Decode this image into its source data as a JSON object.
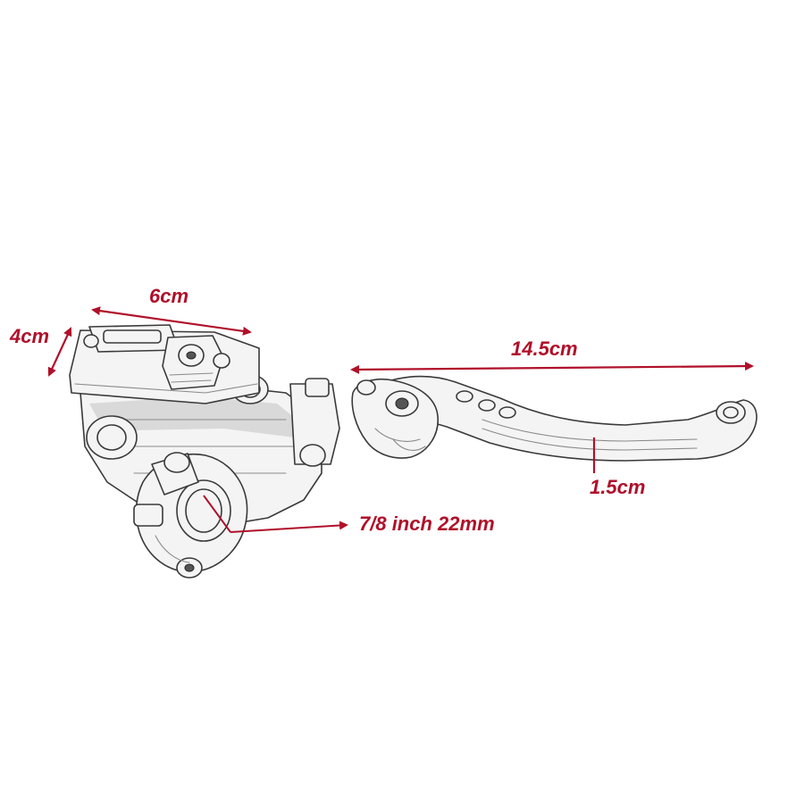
{
  "diagram": {
    "accent_color": "#b0102a",
    "dimensions": {
      "width_reservoir": "6cm",
      "height_reservoir": "4cm",
      "lever_length": "14.5cm",
      "lever_width": "1.5cm",
      "bar_diameter": "7/8 inch 22mm"
    }
  }
}
